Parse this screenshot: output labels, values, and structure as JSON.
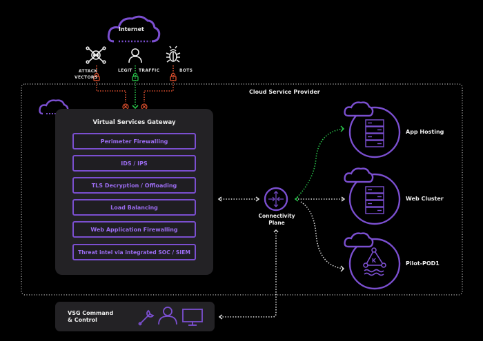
{
  "internet": {
    "label": "Internet"
  },
  "sources": [
    {
      "icon": "skull-crossbones-icon",
      "label_lines": [
        "ATTACK",
        "VECTORS"
      ],
      "status": "blocked",
      "color": "#e0512f"
    },
    {
      "icon": "user-icon",
      "label_lines": [
        "LEGIT",
        "TRAFFIC"
      ],
      "status": "allowed",
      "color": "#29c24a"
    },
    {
      "icon": "bug-icon",
      "label_lines": [
        "BOTS"
      ],
      "status": "blocked",
      "color": "#e0512f"
    }
  ],
  "cloud_provider": {
    "label": "Cloud Service Provider"
  },
  "gateway": {
    "title": "Virtual Services Gateway",
    "services": [
      "Perimeter Firewalling",
      "IDS / IPS",
      "TLS Decryption / Offloading",
      "Load Balancing",
      "Web Application Firewalling",
      "Threat intel via integrated SOC / SIEM"
    ]
  },
  "connectivity": {
    "label_line1": "Connectivity",
    "label_line2": "Plane"
  },
  "endpoints": [
    {
      "label": "App Hosting",
      "icon": "server-rack-icon"
    },
    {
      "label": "Web Cluster",
      "icon": "server-rack-icon"
    },
    {
      "label": "Pilot-POD1",
      "icon": "kubernetes-icon"
    }
  ],
  "command_control": {
    "label_line1": "VSG Command",
    "label_line2": "& Control",
    "icons": [
      "wrench-icon",
      "user-icon",
      "monitor-icon"
    ]
  },
  "colors": {
    "accent": "#7b4fd0",
    "accent_text": "#9b6cf0",
    "blocked": "#e0512f",
    "allowed": "#29c24a",
    "panel": "#232225",
    "background": "#000000"
  }
}
